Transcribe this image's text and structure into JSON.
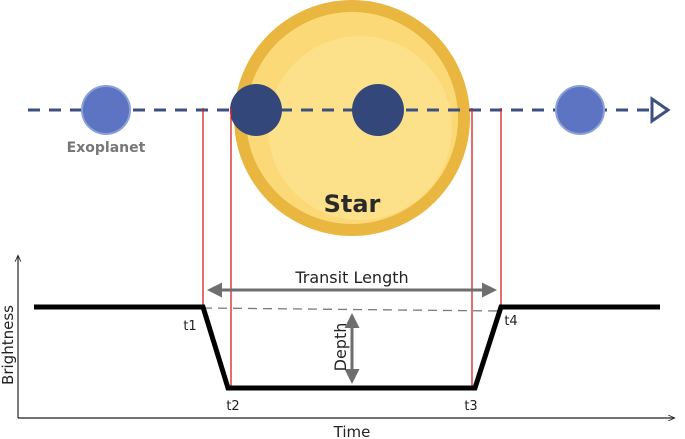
{
  "labels": {
    "exoplanet": "Exoplanet",
    "star": "Star",
    "transit_length": "Transit Length",
    "depth": "Depth",
    "t1": "t1",
    "t2": "t2",
    "t3": "t3",
    "t4": "t4",
    "x_axis": "Time",
    "y_axis": "Brightness"
  },
  "colors": {
    "star_fill": "#fcd977",
    "star_ring": "#e9b640",
    "planet_light": "#5c74c2",
    "planet_dark": "#34477a",
    "orbit_line": "#3b4f80",
    "contact_line": "#d22020",
    "curve": "#000000",
    "arrow": "#6e6e6e",
    "baseline_dashed": "#7a7a7a"
  }
}
